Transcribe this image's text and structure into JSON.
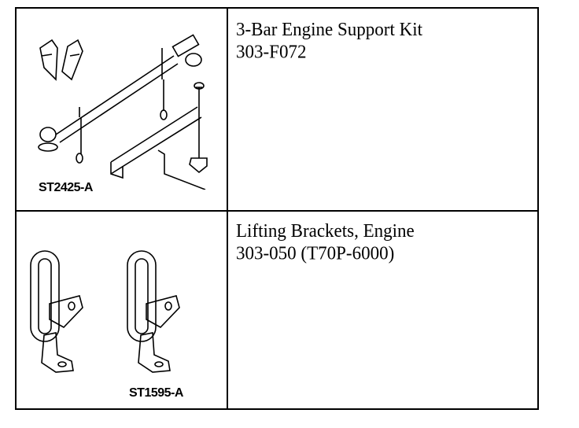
{
  "rows": [
    {
      "figure_code": "ST2425-A",
      "title": "3-Bar Engine Support Kit",
      "part_number": "303-F072"
    },
    {
      "figure_code": "ST1595-A",
      "title": "Lifting Brackets, Engine",
      "part_number": "303-050 (T70P-6000)"
    }
  ]
}
